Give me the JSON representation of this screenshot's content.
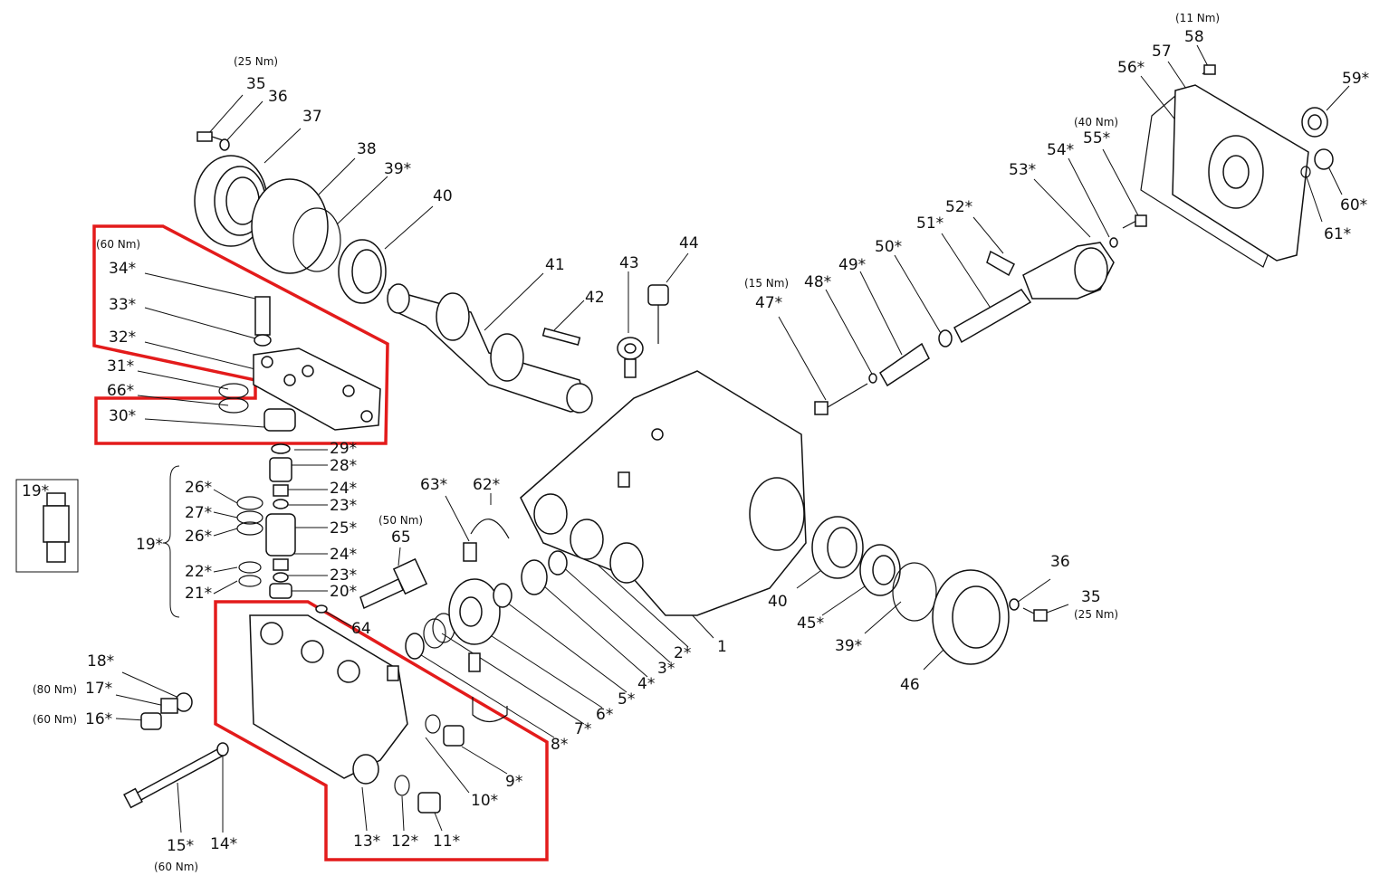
{
  "callouts": [
    {
      "id": "c35a",
      "text": "35"
    },
    {
      "id": "c36a",
      "text": "36"
    },
    {
      "id": "c37",
      "text": "37"
    },
    {
      "id": "c38",
      "text": "38"
    },
    {
      "id": "c39a",
      "text": "39*"
    },
    {
      "id": "c40a",
      "text": "40"
    },
    {
      "id": "c41",
      "text": "41"
    },
    {
      "id": "c42",
      "text": "42"
    },
    {
      "id": "c43",
      "text": "43"
    },
    {
      "id": "c44",
      "text": "44"
    },
    {
      "id": "c34",
      "text": "34*"
    },
    {
      "id": "c33",
      "text": "33*"
    },
    {
      "id": "c32",
      "text": "32*"
    },
    {
      "id": "c31",
      "text": "31*"
    },
    {
      "id": "c66",
      "text": "66*"
    },
    {
      "id": "c30",
      "text": "30*"
    },
    {
      "id": "c29",
      "text": "29*"
    },
    {
      "id": "c28",
      "text": "28*"
    },
    {
      "id": "c24a",
      "text": "24*"
    },
    {
      "id": "c23a",
      "text": "23*"
    },
    {
      "id": "c25",
      "text": "25*"
    },
    {
      "id": "c24b",
      "text": "24*"
    },
    {
      "id": "c23b",
      "text": "23*"
    },
    {
      "id": "c20",
      "text": "20*"
    },
    {
      "id": "c26a",
      "text": "26*"
    },
    {
      "id": "c27",
      "text": "27*"
    },
    {
      "id": "c26b",
      "text": "26*"
    },
    {
      "id": "c19g",
      "text": "19*"
    },
    {
      "id": "c22",
      "text": "22*"
    },
    {
      "id": "c21",
      "text": "21*"
    },
    {
      "id": "c19box",
      "text": "19*"
    },
    {
      "id": "c64",
      "text": "64"
    },
    {
      "id": "c65",
      "text": "65"
    },
    {
      "id": "c63",
      "text": "63*"
    },
    {
      "id": "c62",
      "text": "62*"
    },
    {
      "id": "c18",
      "text": "18*"
    },
    {
      "id": "c17",
      "text": "17*"
    },
    {
      "id": "c16",
      "text": "16*"
    },
    {
      "id": "c15",
      "text": "15*"
    },
    {
      "id": "c14",
      "text": "14*"
    },
    {
      "id": "c13",
      "text": "13*"
    },
    {
      "id": "c12",
      "text": "12*"
    },
    {
      "id": "c11",
      "text": "11*"
    },
    {
      "id": "c10",
      "text": "10*"
    },
    {
      "id": "c9",
      "text": "9*"
    },
    {
      "id": "c8",
      "text": "8*"
    },
    {
      "id": "c7",
      "text": "7*"
    },
    {
      "id": "c6",
      "text": "6*"
    },
    {
      "id": "c5",
      "text": "5*"
    },
    {
      "id": "c4",
      "text": "4*"
    },
    {
      "id": "c3",
      "text": "3*"
    },
    {
      "id": "c2",
      "text": "2*"
    },
    {
      "id": "c1",
      "text": "1"
    },
    {
      "id": "c40b",
      "text": "40"
    },
    {
      "id": "c45",
      "text": "45*"
    },
    {
      "id": "c39b",
      "text": "39*"
    },
    {
      "id": "c46",
      "text": "46"
    },
    {
      "id": "c36b",
      "text": "36"
    },
    {
      "id": "c35b",
      "text": "35"
    },
    {
      "id": "c47",
      "text": "47*"
    },
    {
      "id": "c48",
      "text": "48*"
    },
    {
      "id": "c49",
      "text": "49*"
    },
    {
      "id": "c50",
      "text": "50*"
    },
    {
      "id": "c51",
      "text": "51*"
    },
    {
      "id": "c52",
      "text": "52*"
    },
    {
      "id": "c53",
      "text": "53*"
    },
    {
      "id": "c54",
      "text": "54*"
    },
    {
      "id": "c55",
      "text": "55*"
    },
    {
      "id": "c56",
      "text": "56*"
    },
    {
      "id": "c57",
      "text": "57"
    },
    {
      "id": "c58",
      "text": "58"
    },
    {
      "id": "c59",
      "text": "59*"
    },
    {
      "id": "c60",
      "text": "60*"
    },
    {
      "id": "c61",
      "text": "61*"
    }
  ],
  "torques": [
    {
      "id": "t35a",
      "text": "(25 Nm)"
    },
    {
      "id": "t34",
      "text": "(60 Nm)"
    },
    {
      "id": "t65",
      "text": "(50 Nm)"
    },
    {
      "id": "t17",
      "text": "(80 Nm)"
    },
    {
      "id": "t16",
      "text": "(60 Nm)"
    },
    {
      "id": "t15",
      "text": "(60 Nm)"
    },
    {
      "id": "t47",
      "text": "(15 Nm)"
    },
    {
      "id": "t35b",
      "text": "(25 Nm)"
    },
    {
      "id": "t55",
      "text": "(40 Nm)"
    },
    {
      "id": "t58",
      "text": "(11 Nm)"
    }
  ],
  "colors": {
    "highlight": "#e31b1b",
    "line": "#111111"
  }
}
